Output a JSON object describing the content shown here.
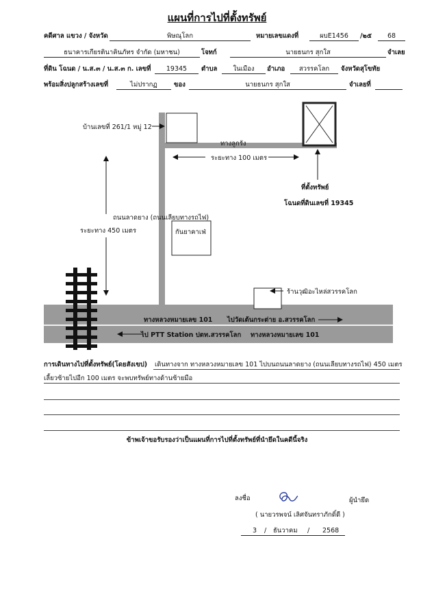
{
  "title": "แผนที่การไปที่ตั้งทรัพย์",
  "header": {
    "court_label": "คดีศาล แขวง / จังหวัด",
    "court_value": "พิษณุโลก",
    "case_no_label": "หมายเลขแดงที่",
    "case_no_value": "ผบE1456",
    "case_year_sep": "/๒๕",
    "case_year_value": "68",
    "plaintiff_value": "ธนาคารเกียรตินาคินภัทร จำกัด (มหาชน)",
    "plaintiff_label": "โจทก์",
    "defendant_value": "นายธนกร สุกใส",
    "defendant_label": "จำเลย",
    "land_label": "ที่ดิน โฉนด / น.ส.๓ / น.ส.๓ ก. เลขที่",
    "land_no_value": "19345",
    "subdistrict_label": "ตำบล",
    "subdistrict_value": "ในเมือง",
    "district_label": "อำเภอ",
    "district_value": "สวรรคโลก",
    "province_label": "จังหวัดสุโขทัย",
    "building_label": "พร้อมสิ่งปลูกสร้างเลขที่",
    "building_value": "ไม่ปรากฏ",
    "owner_label": "ของ",
    "owner_value": "นายธนกร สุกใส",
    "defendant2_label": "จำเลยที่"
  },
  "map": {
    "house_label": "บ้านเลขที่ 261/1 หมู่ 12",
    "lane_label": "ทางลูกรัง",
    "dist_100_label": "ระยะทาง 100 เมตร",
    "property_label": "ที่ตั้งทรัพย์",
    "deed_label": "โฉนดที่ดินเลขที่ 19345",
    "road_label": "ถนนลาดยาง (ถนนเลียบทางรถไฟ)",
    "dist_450_label": "ระยะทาง 450 เมตร",
    "cafe_label": "กันยาคาเฟ่",
    "shop_label": "ร้านวุฒิอะไหล่สวรรคโลก",
    "hwy_top_label": "ทางหลวงหมายเลข 101",
    "hwy_top_dir": "ไปวัดเต้นกระต่าย อ.สวรรคโลก",
    "hwy_bottom_dir": "ไป PTT Station ปตท.สวรรคโลก",
    "hwy_bottom_label": "ทางหลวงหมายเลข 101"
  },
  "directions": {
    "label": "การเดินทางไปที่ตั้งทรัพย์(โดยสังเขป)",
    "line1": "เดินทางจาก ทางหลวงหมายเลข 101 ไปบนถนนลาดยาง (ถนนเลียบทางรถไฟ) 450 เมตร",
    "line2": "เลี้ยวซ้ายไปอีก 100 เมตร จะพบทรัพย์ทางด้านซ้ายมือ"
  },
  "certify": "ข้าพเจ้าขอรับรองว่าเป็นแผนที่การไปที่ตั้งทรัพย์ที่นำยึดในคดีนี้จริง",
  "signature": {
    "sign_label": "ลงชื่อ",
    "role": "ผู้นำยึด",
    "name": "( นายวรพจน์ เลิศจันทราภักดิ์ดี )",
    "day": "3",
    "month": "ธันวาคม",
    "year": "2568",
    "sep1": "/",
    "sep2": "/"
  }
}
